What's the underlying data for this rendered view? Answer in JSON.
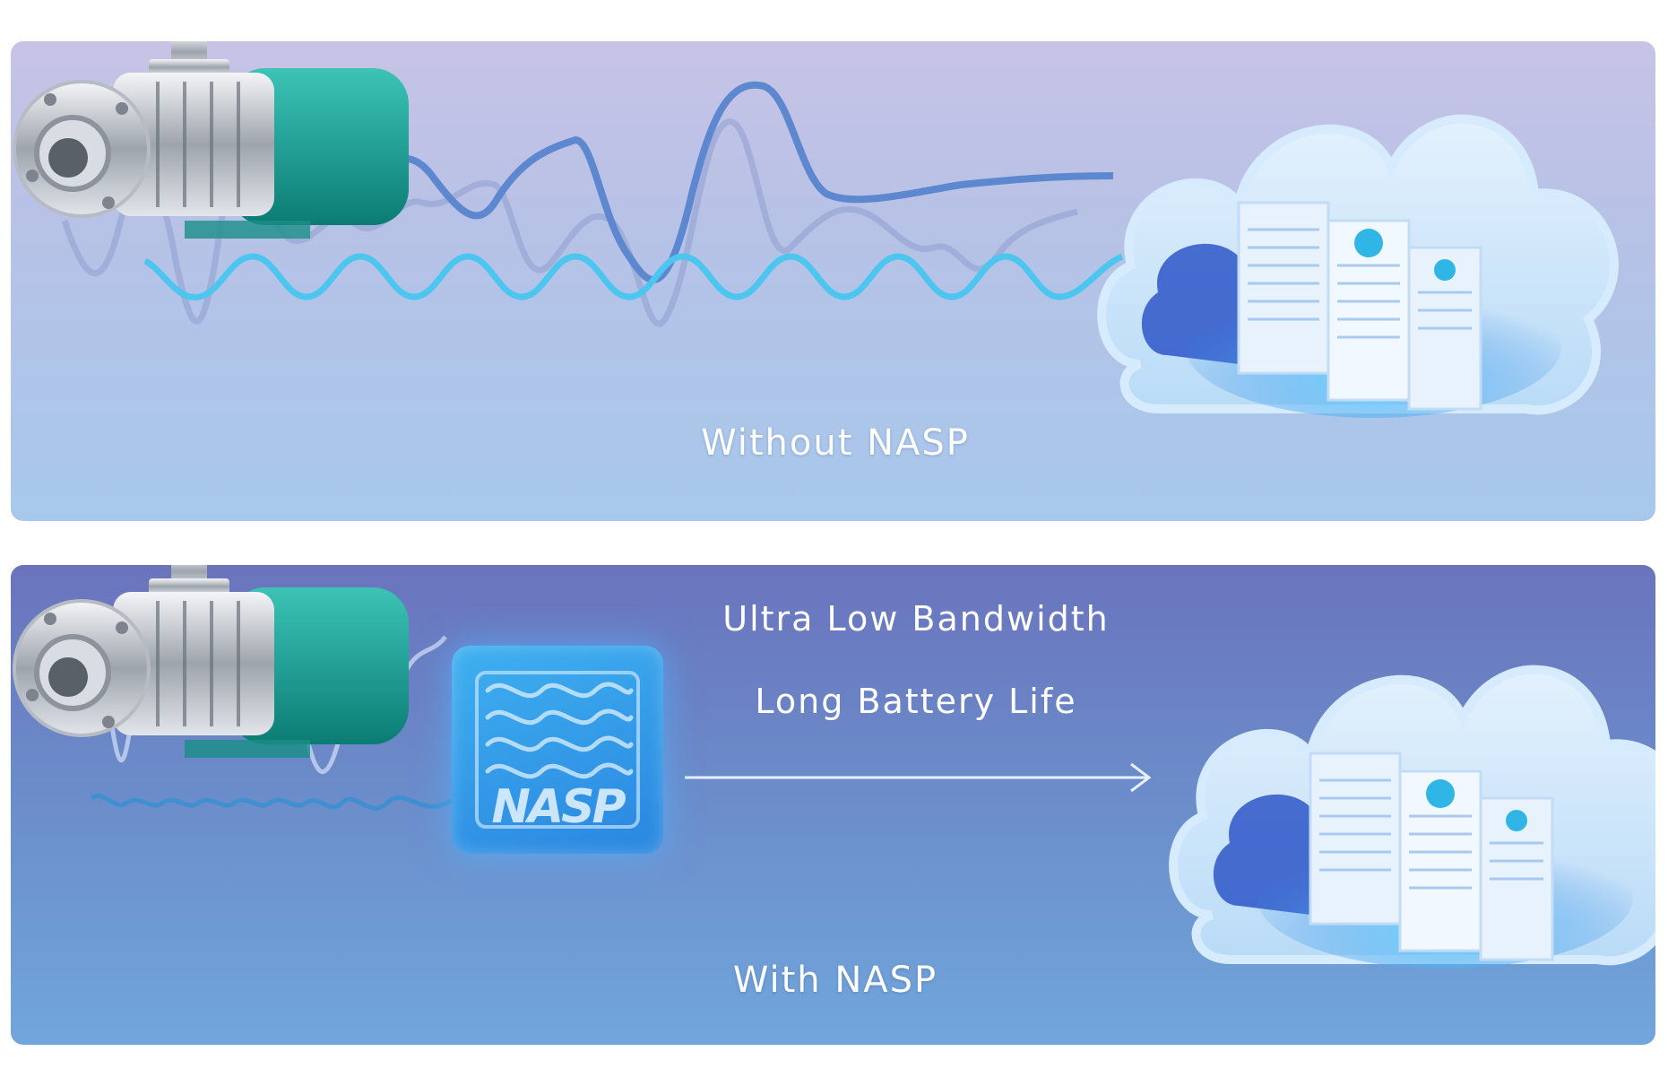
{
  "top_panel": {
    "caption": "Without NASP"
  },
  "bottom_panel": {
    "caption": "With NASP",
    "benefit_top": "Ultra Low Bandwidth",
    "benefit_bottom": "Long Battery Life",
    "chip_label": "NASP"
  },
  "icons": {
    "pump": "industrial-pump-icon",
    "cloud": "cloud-server-icon",
    "chip": "nasp-chip-icon",
    "arrow": "arrow-right-icon"
  },
  "colors": {
    "wave_light": "#4cc6ef",
    "wave_dark": "#5d88cf",
    "wave_faint": "#8f9fd0",
    "pump_motor": "#1aa39a",
    "cloud": "#cfe6fb"
  }
}
